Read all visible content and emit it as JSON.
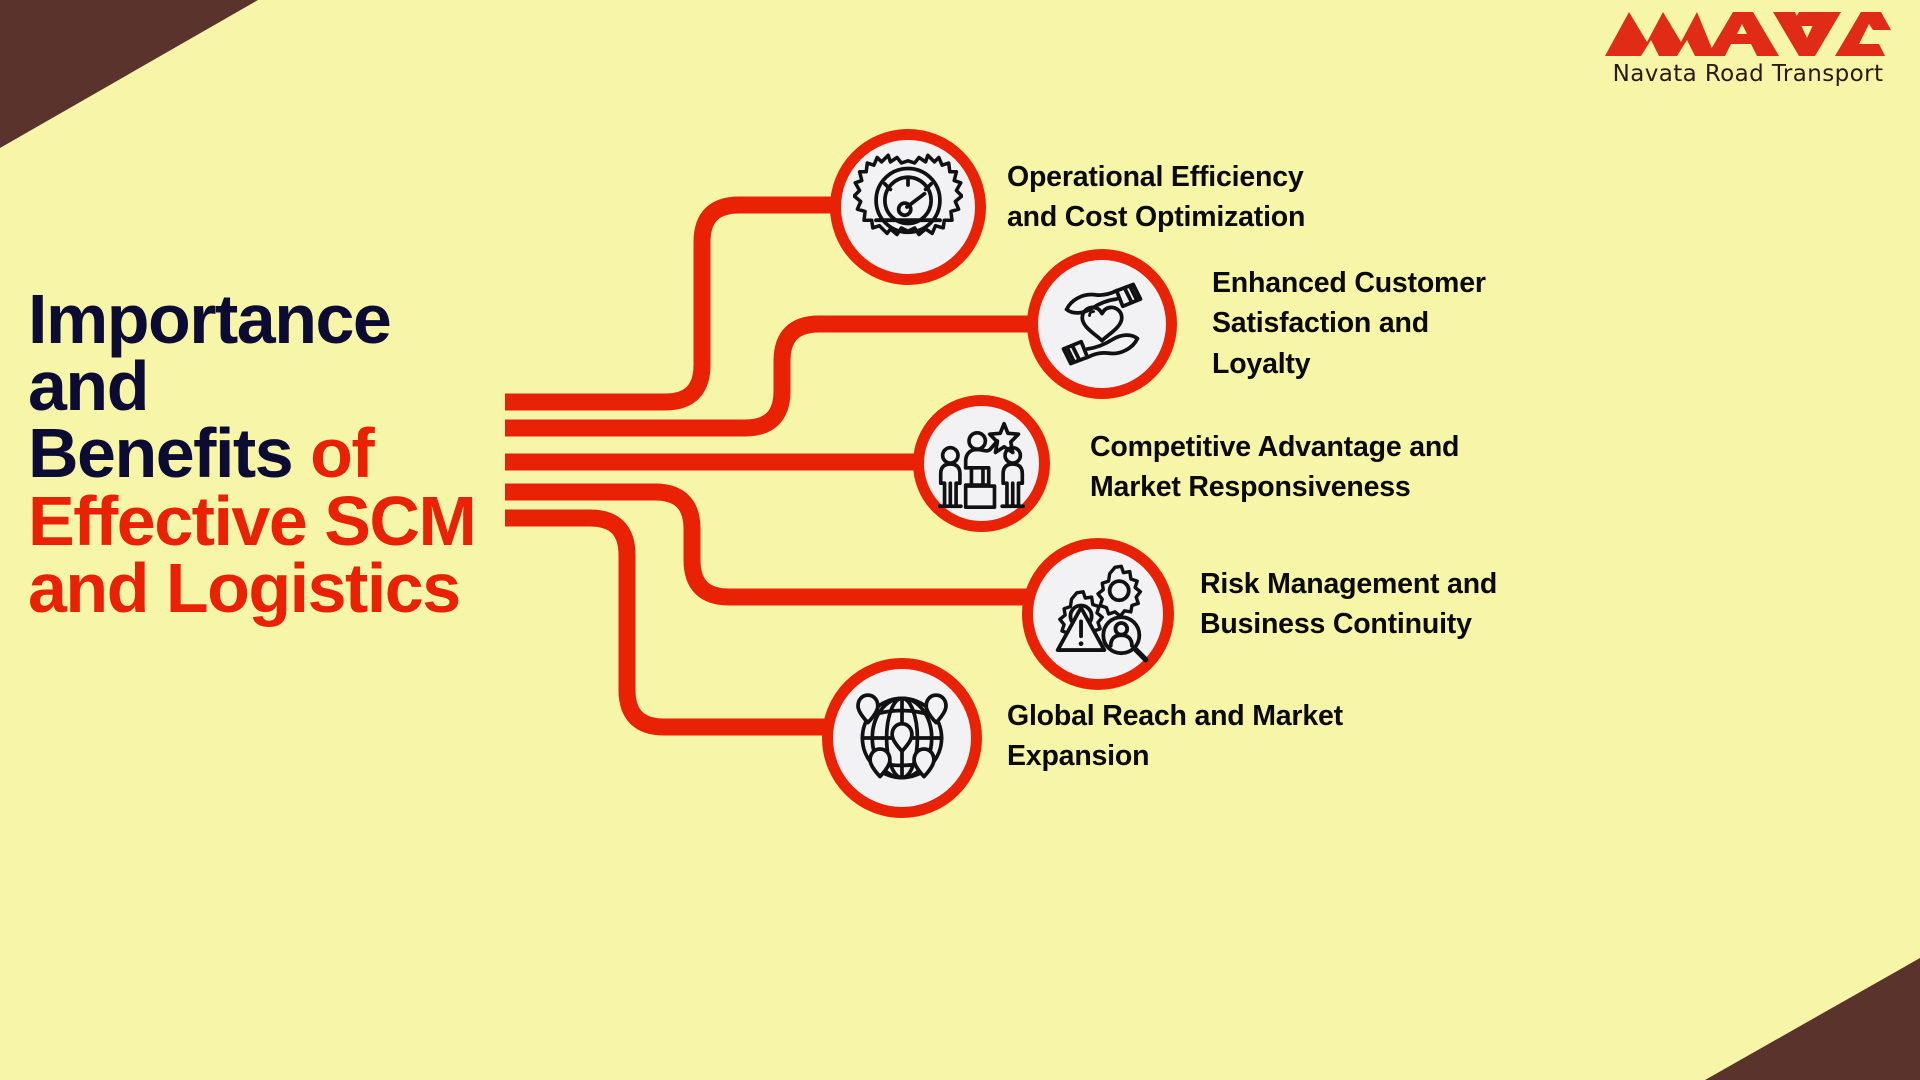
{
  "background": {
    "page_color": "#f7f5a8",
    "corner_color": "#5a342c",
    "accent_red": "#ea2205",
    "headline_dark": "#0b0b33"
  },
  "brand": {
    "name": "Navata Road Transport",
    "mark_icon": "navata-logo-icon",
    "mark_color": "#e02b17"
  },
  "headline": {
    "line1": "Importance",
    "line2": "and",
    "line3_dark": "Benefits",
    "line3_red": "of",
    "line4": "Effective SCM",
    "line5": "and Logistics",
    "full_text": "Importance and Benefits of Effective SCM and Logistics"
  },
  "items": [
    {
      "id": "operational-efficiency",
      "icon": "speedometer-gear-icon",
      "line1": "Operational Efficiency",
      "line2": "and Cost Optimization"
    },
    {
      "id": "customer-satisfaction",
      "icon": "hands-heart-icon",
      "line1": "Enhanced Customer",
      "line2": "Satisfaction and",
      "line3": "Loyalty"
    },
    {
      "id": "competitive-advantage",
      "icon": "podium-star-people-icon",
      "line1": "Competitive Advantage and",
      "line2": "Market Responsiveness"
    },
    {
      "id": "risk-management",
      "icon": "gears-warning-magnifier-icon",
      "line1": "Risk Management and",
      "line2": "Business Continuity"
    },
    {
      "id": "global-reach",
      "icon": "globe-pins-icon",
      "line1": "Global Reach and Market",
      "line2": "Expansion"
    }
  ]
}
